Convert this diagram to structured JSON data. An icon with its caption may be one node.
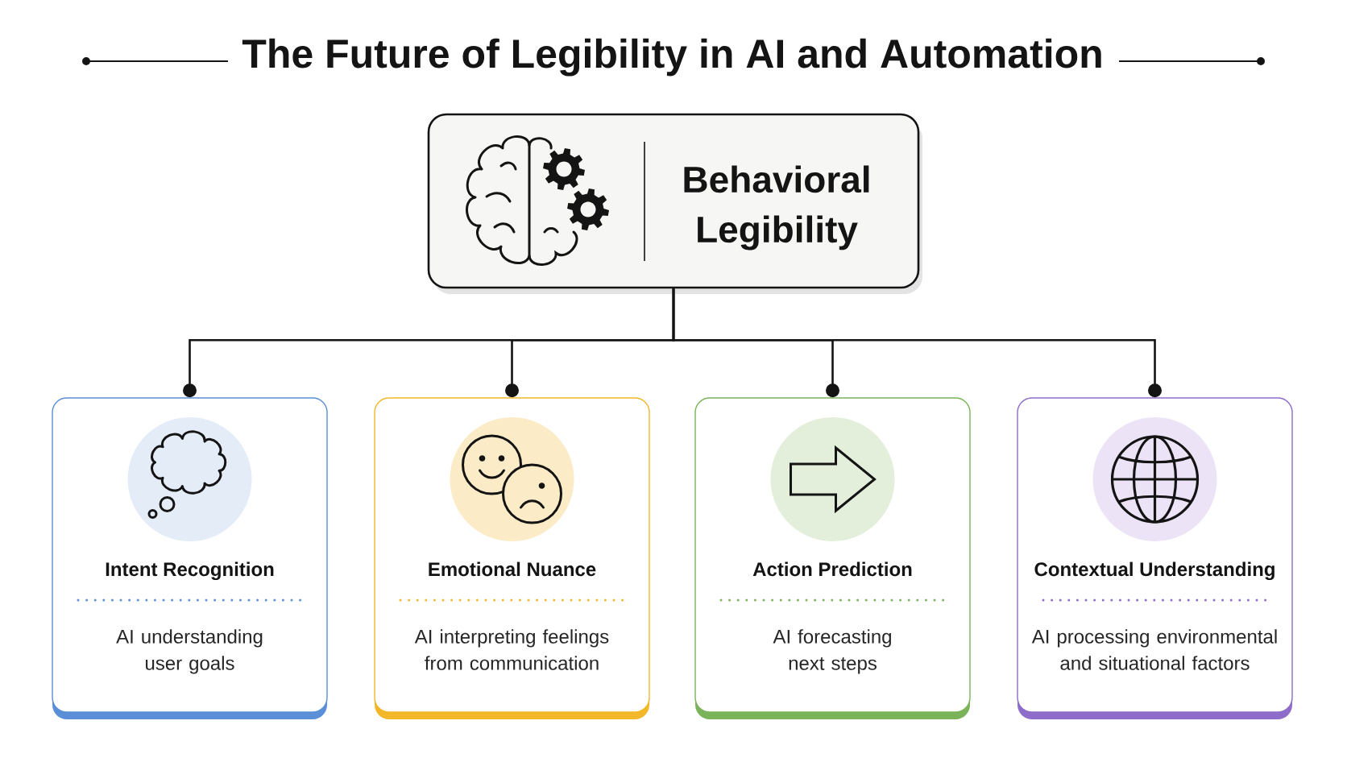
{
  "diagram": {
    "title": "The Future of Legibility in AI and Automation",
    "nodes": [
      {
        "text": [
          "Behavioral Legibility"
        ]
      },
      {
        "text": [
          "Intent Recognition",
          "AI understanding user goals"
        ]
      },
      {
        "text": [
          "Emotional Nuance",
          "AI interpreting feelings from communication"
        ]
      },
      {
        "text": [
          "Action Prediction",
          "AI forecasting next steps"
        ]
      },
      {
        "text": [
          "Contextual Understanding",
          "AI processing environmental and situational factors"
        ]
      }
    ],
    "edges": [
      {
        "from": 0,
        "to": 1,
        "arrow": "other"
      },
      {
        "from": 0,
        "to": 2,
        "arrow": "other"
      },
      {
        "from": 0,
        "to": 3,
        "arrow": "other"
      },
      {
        "from": 0,
        "to": 4,
        "arrow": "other"
      }
    ]
  }
}
